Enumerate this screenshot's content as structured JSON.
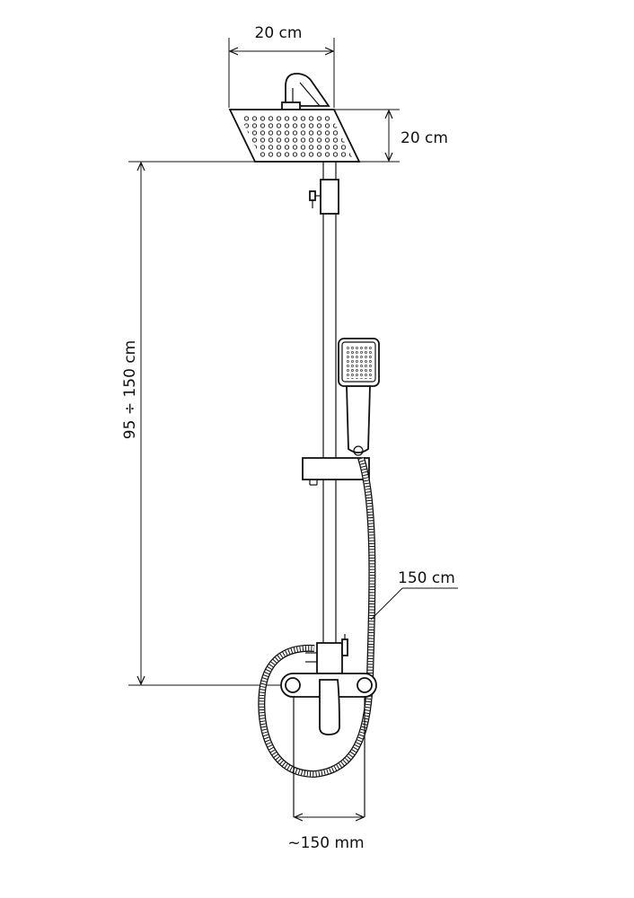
{
  "dimensions": {
    "head_width": "20 cm",
    "head_depth": "20 cm",
    "height_range": "95 ÷ 150 cm",
    "hose_length": "150 cm",
    "mixer_spacing": "~150 mm"
  },
  "colors": {
    "line": "#111111",
    "background": "#ffffff"
  }
}
